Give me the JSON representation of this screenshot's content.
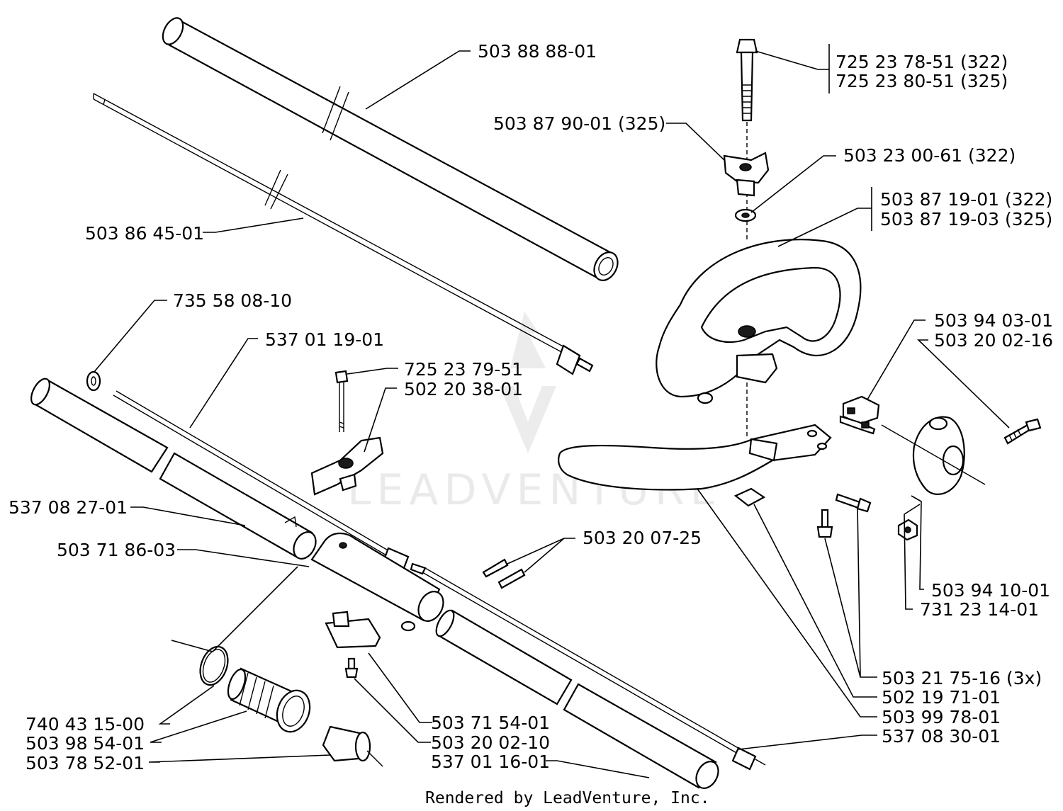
{
  "watermark": "LEADVENTURE",
  "footer": "Rendered by LeadVenture, Inc.",
  "parts": [
    {
      "id": "p-503888801",
      "number": "503 88 88-01"
    },
    {
      "id": "p-725237851",
      "number": "725 23 78-51 (322)"
    },
    {
      "id": "p-725238051",
      "number": "725 23 80-51 (325)"
    },
    {
      "id": "p-503879001",
      "number": "503 87 90-01 (325)"
    },
    {
      "id": "p-503230061",
      "number": "503 23 00-61 (322)"
    },
    {
      "id": "p-503871901",
      "number": "503 87 19-01 (322)"
    },
    {
      "id": "p-503871903",
      "number": "503 87 19-03 (325)"
    },
    {
      "id": "p-503864501",
      "number": "503 86 45-01"
    },
    {
      "id": "p-735580810",
      "number": "735 58 08-10"
    },
    {
      "id": "p-503940301",
      "number": "503 94 03-01"
    },
    {
      "id": "p-503200216",
      "number": "503 20 02-16"
    },
    {
      "id": "p-537011901",
      "number": "537 01 19-01"
    },
    {
      "id": "p-725237951",
      "number": "725 23 79-51"
    },
    {
      "id": "p-502203801",
      "number": "502 20 38-01"
    },
    {
      "id": "p-537082701",
      "number": "537 08 27-01"
    },
    {
      "id": "p-503718603",
      "number": "503 71 86-03"
    },
    {
      "id": "p-503200725",
      "number": "503 20 07-25"
    },
    {
      "id": "p-503941001",
      "number": "503 94 10-01"
    },
    {
      "id": "p-731231401",
      "number": "731 23 14-01"
    },
    {
      "id": "p-503217516",
      "number": "503 21 75-16 (3x)"
    },
    {
      "id": "p-502197101",
      "number": "502 19 71-01"
    },
    {
      "id": "p-503997801",
      "number": "503 99 78-01"
    },
    {
      "id": "p-740431500",
      "number": "740 43 15-00"
    },
    {
      "id": "p-503715401",
      "number": "503 71 54-01"
    },
    {
      "id": "p-537083001",
      "number": "537 08 30-01"
    },
    {
      "id": "p-503985401",
      "number": "503 98 54-01"
    },
    {
      "id": "p-503200210",
      "number": "503 20 02-10"
    },
    {
      "id": "p-503785201",
      "number": "503 78 52-01"
    },
    {
      "id": "p-537011601",
      "number": "537 01 16-01"
    }
  ]
}
